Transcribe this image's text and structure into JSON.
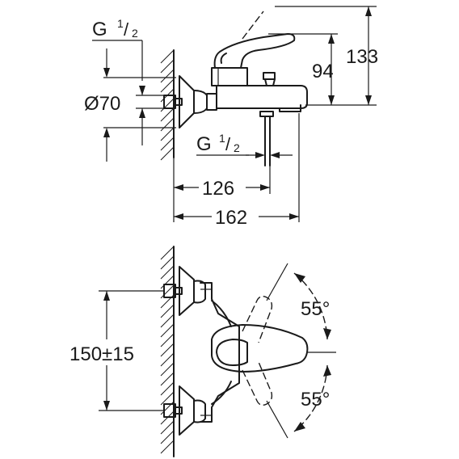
{
  "side_view": {
    "labels": {
      "thread_top": "G",
      "thread_top_sup": "1",
      "thread_top_slash": "/",
      "thread_top_sub": "2",
      "diameter": "Ø70",
      "thread_bottom": "G",
      "thread_bottom_sup": "1",
      "thread_bottom_slash": "/",
      "thread_bottom_sub": "2",
      "dim_94": "94",
      "dim_133": "133",
      "dim_126": "126",
      "dim_162": "162"
    }
  },
  "front_view": {
    "labels": {
      "centres": "150±15",
      "angle_upper": "55°",
      "angle_lower": "55°"
    }
  }
}
